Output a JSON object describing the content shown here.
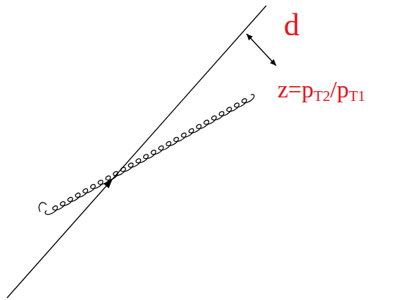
{
  "diagram": {
    "labels": [
      "d",
      "z=p",
      "T2",
      "/p",
      "T1"
    ]
  }
}
